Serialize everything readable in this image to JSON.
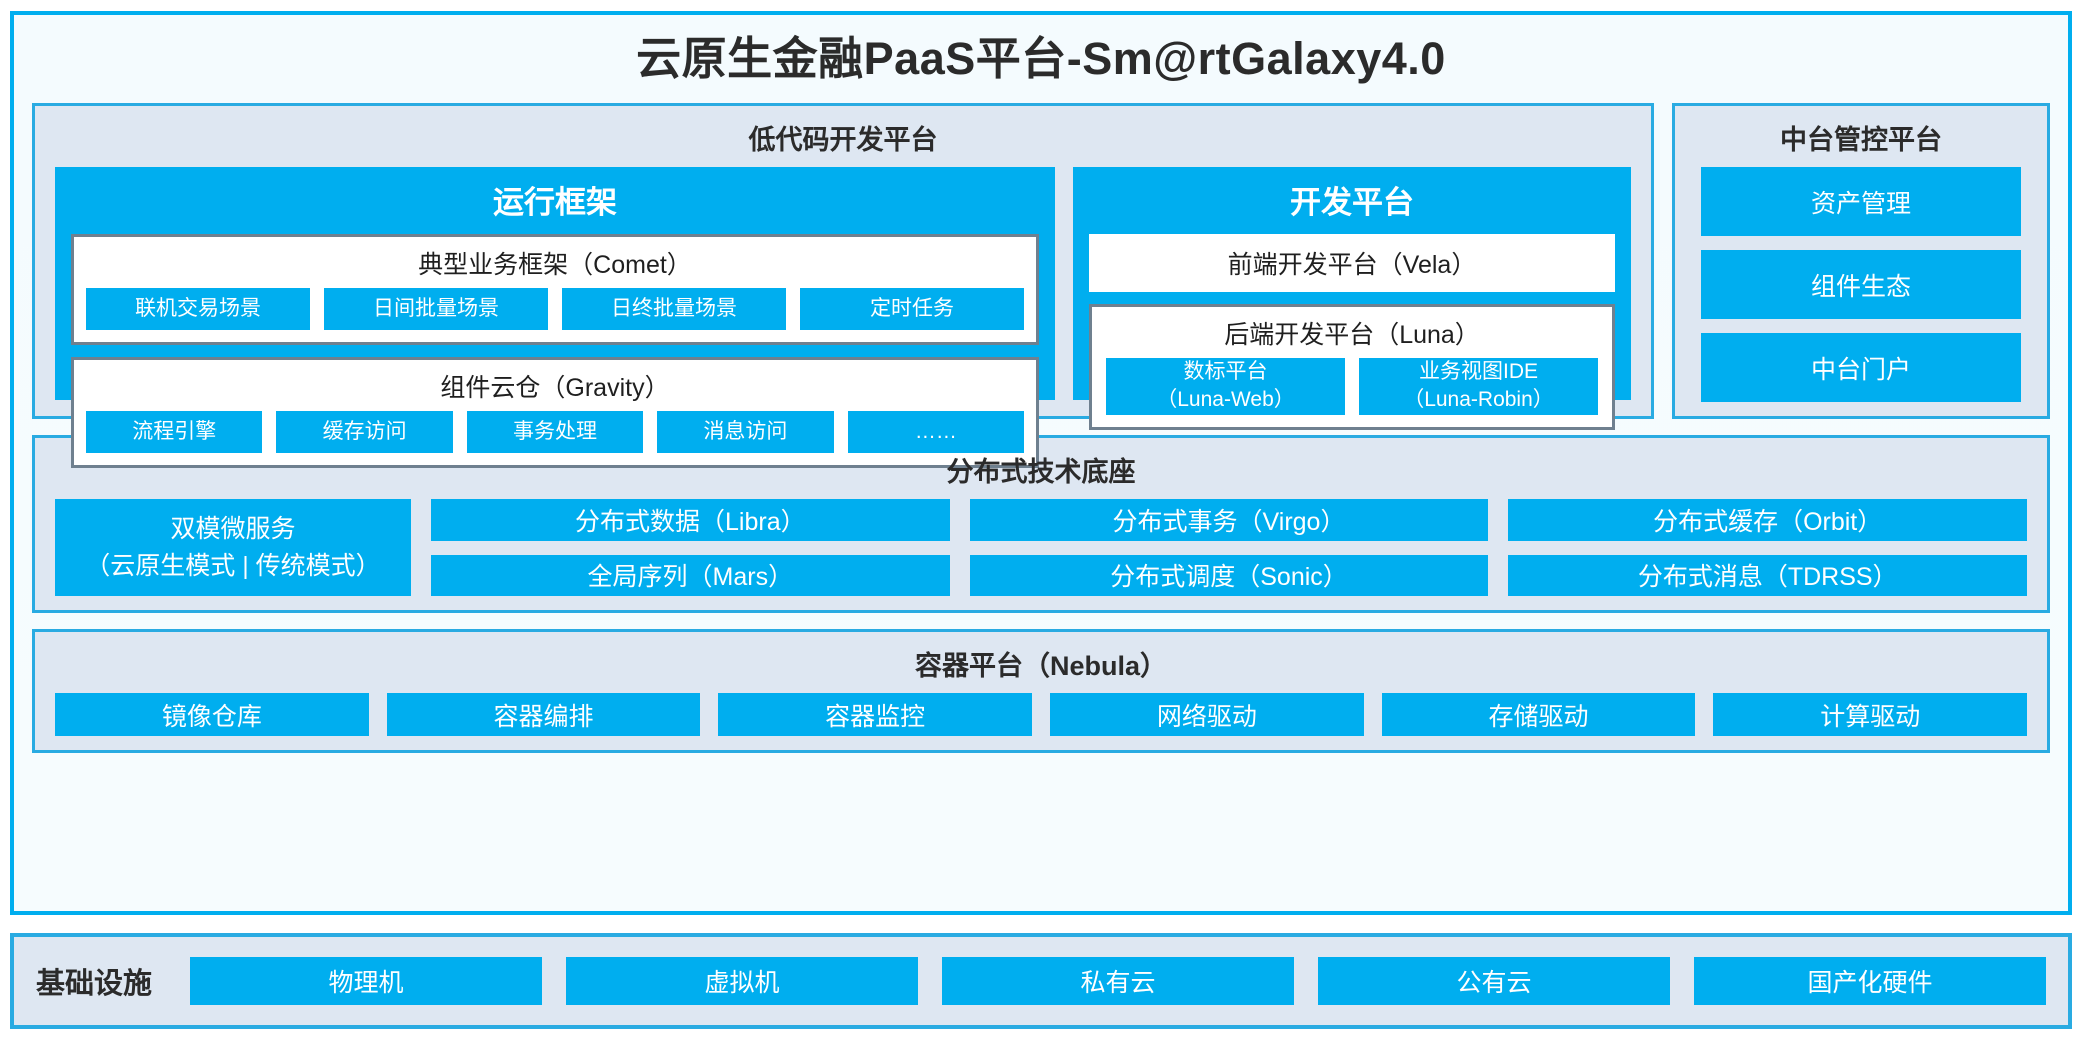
{
  "platform": {
    "title": "云原生金融PaaS平台-Sm@rtGalaxy4.0"
  },
  "colors": {
    "accent_blue": "#00AEEF",
    "panel_bg": "#dee7f2",
    "panel_border": "#29abe2",
    "inner_border": "#6f808f",
    "frame_bg": "#f4fbfe",
    "text_dark": "#2b2b2b",
    "text_white": "#ffffff"
  },
  "lowcode": {
    "title": "低代码开发平台",
    "runtime": {
      "title": "运行框架",
      "comet": {
        "title": "典型业务框架（Comet）",
        "items": [
          "联机交易场景",
          "日间批量场景",
          "日终批量场景",
          "定时任务"
        ]
      },
      "gravity": {
        "title": "组件云仓（Gravity）",
        "items": [
          "流程引擎",
          "缓存访问",
          "事务处理",
          "消息访问",
          "……"
        ]
      }
    },
    "devplatform": {
      "title": "开发平台",
      "frontend": "前端开发平台（Vela）",
      "backend": {
        "title": "后端开发平台（Luna）",
        "items": [
          {
            "name": "数标平台",
            "code": "（Luna-Web）"
          },
          {
            "name": "业务视图IDE",
            "code": "（Luna-Robin）"
          }
        ]
      }
    }
  },
  "midplatform": {
    "title": "中台管控平台",
    "items": [
      "资产管理",
      "组件生态",
      "中台门户"
    ]
  },
  "techbase": {
    "title": "分布式技术底座",
    "wide": {
      "line1": "双模微服务",
      "line2": "（云原生模式 | 传统模式）"
    },
    "columns": [
      {
        "top": "分布式数据（Libra）",
        "bottom": "全局序列（Mars）"
      },
      {
        "top": "分布式事务（Virgo）",
        "bottom": "分布式调度（Sonic）"
      },
      {
        "top": "分布式缓存（Orbit）",
        "bottom": "分布式消息（TDRSS）"
      }
    ]
  },
  "containerplatform": {
    "title": "容器平台（Nebula）",
    "items": [
      "镜像仓库",
      "容器编排",
      "容器监控",
      "网络驱动",
      "存储驱动",
      "计算驱动"
    ]
  },
  "infrastructure": {
    "label": "基础设施",
    "items": [
      "物理机",
      "虚拟机",
      "私有云",
      "公有云",
      "国产化硬件"
    ]
  }
}
